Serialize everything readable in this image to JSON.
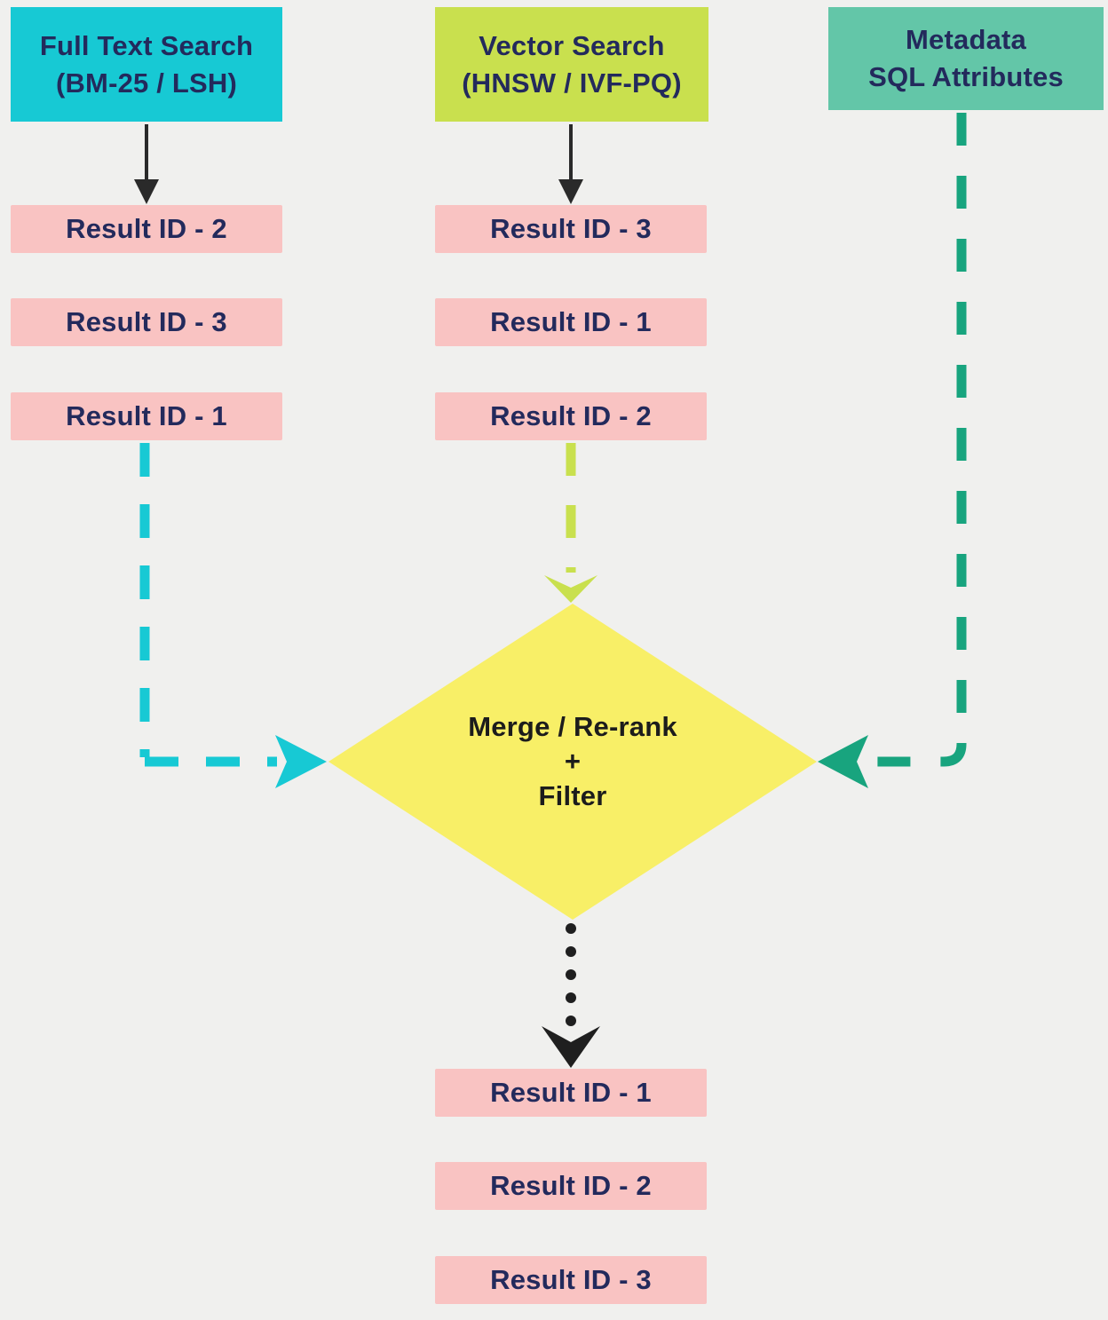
{
  "palette": {
    "background": "#f0f0ee",
    "fulltext_box": "#17c9d4",
    "vector_box": "#c9e04e",
    "metadata_box": "#63c6a8",
    "result_box": "#f9c3c2",
    "merge_diamond": "#f8ef67",
    "teal_connector": "#18a47e",
    "cyan_connector": "#17c9d4",
    "green_connector": "#c9e04e",
    "black_connector": "#2a2a2a",
    "box_text": "#232a5c",
    "diamond_text": "#1c1c1c"
  },
  "columns": {
    "fulltext": {
      "title_line1": "Full Text Search",
      "title_line2": "(BM-25 / LSH)",
      "results": [
        "Result ID - 2",
        "Result ID - 3",
        "Result ID - 1"
      ]
    },
    "vector": {
      "title_line1": "Vector Search",
      "title_line2": "(HNSW / IVF-PQ)",
      "results": [
        "Result ID - 3",
        "Result ID - 1",
        "Result ID - 2"
      ]
    },
    "metadata": {
      "title_line1": "Metadata",
      "title_line2": "SQL Attributes"
    }
  },
  "merge_node": {
    "line1": "Merge / Re-rank",
    "line2": "+",
    "line3": "Filter"
  },
  "final_results": [
    "Result ID - 1",
    "Result ID - 2",
    "Result ID - 3"
  ]
}
